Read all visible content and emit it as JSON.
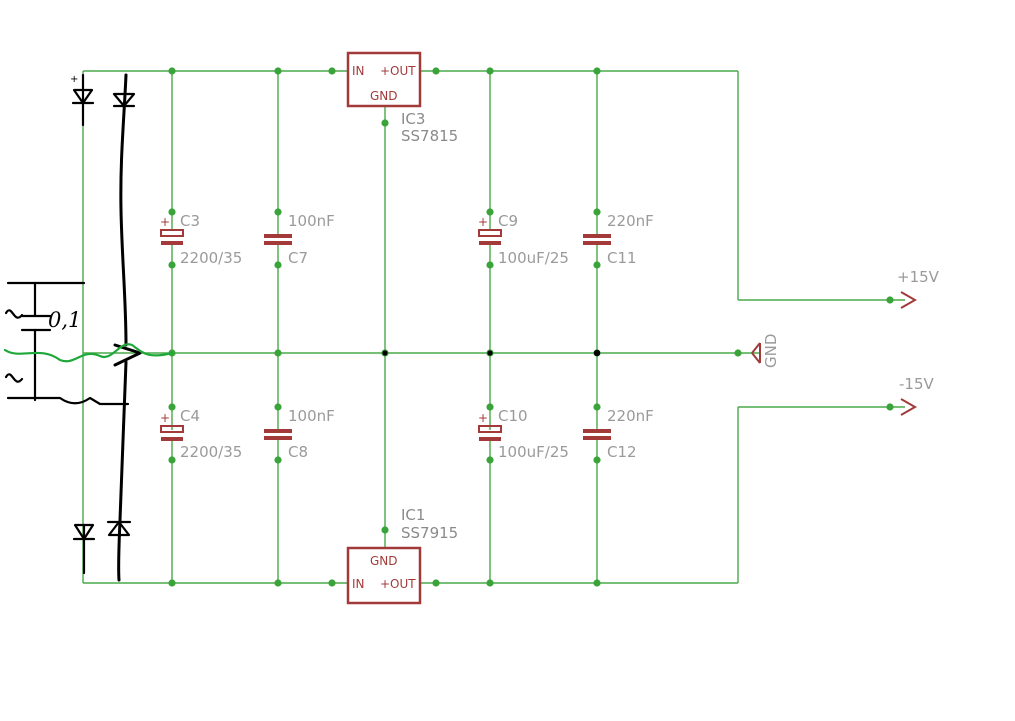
{
  "schematic": {
    "regulators": [
      {
        "name": "IC3",
        "value": "SS7815",
        "pin_in": "IN",
        "pin_out": "+OUT",
        "pin_gnd": "GND"
      },
      {
        "name": "IC1",
        "value": "SS7915",
        "pin_in": "IN",
        "pin_out": "+OUT",
        "pin_gnd": "GND"
      }
    ],
    "capacitors": [
      {
        "name": "C3",
        "value": "2200/35",
        "polarized": true
      },
      {
        "name": "C7",
        "value": "100nF",
        "polarized": false
      },
      {
        "name": "C9",
        "value": "100uF/25",
        "polarized": true
      },
      {
        "name": "C11",
        "value": "220nF",
        "polarized": false
      },
      {
        "name": "C4",
        "value": "2200/35",
        "polarized": true
      },
      {
        "name": "C8",
        "value": "100nF",
        "polarized": false
      },
      {
        "name": "C10",
        "value": "100uF/25",
        "polarized": true
      },
      {
        "name": "C12",
        "value": "220nF",
        "polarized": false
      }
    ],
    "outputs": {
      "positive": "+15V",
      "negative": "-15V",
      "ground": "GND"
    },
    "plus_mark": "+",
    "handdrawn": {
      "transformer_label": "0,1",
      "ac_symbol": "~"
    },
    "colors": {
      "wire": "#4aa84a",
      "part": "#a33a3a",
      "label": "#9a9a9a",
      "junction": "#3aa43a",
      "ink": "#000000"
    }
  }
}
